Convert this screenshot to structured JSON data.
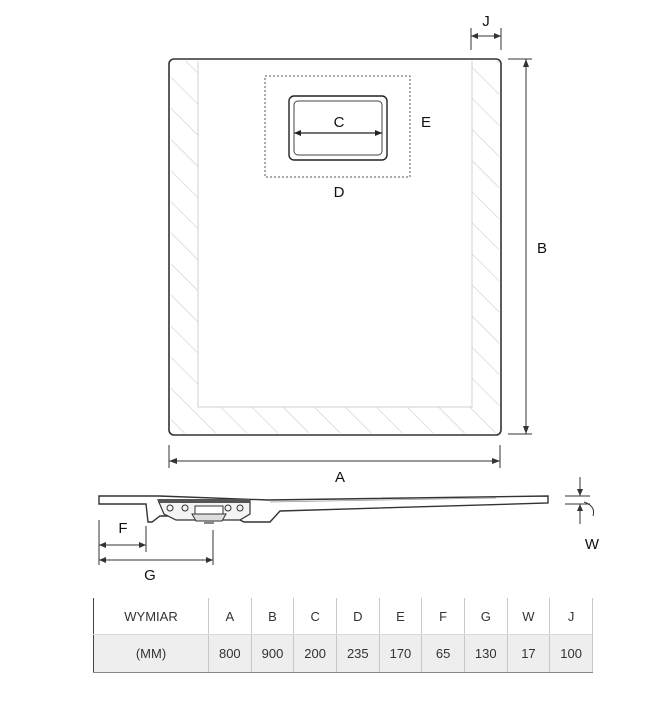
{
  "diagram": {
    "labels": {
      "A": "A",
      "B": "B",
      "C": "C",
      "D": "D",
      "E": "E",
      "F": "F",
      "G": "G",
      "W": "W",
      "J": "J"
    }
  },
  "table": {
    "header": [
      "WYMIAR",
      "A",
      "B",
      "C",
      "D",
      "E",
      "F",
      "G",
      "W",
      "J"
    ],
    "units_row": [
      "(MM)",
      "800",
      "900",
      "200",
      "235",
      "170",
      "65",
      "130",
      "17",
      "100"
    ]
  },
  "colors": {
    "line": "#333333",
    "hatch": "#bbbbbb",
    "table_shade": "#eeeeee"
  }
}
